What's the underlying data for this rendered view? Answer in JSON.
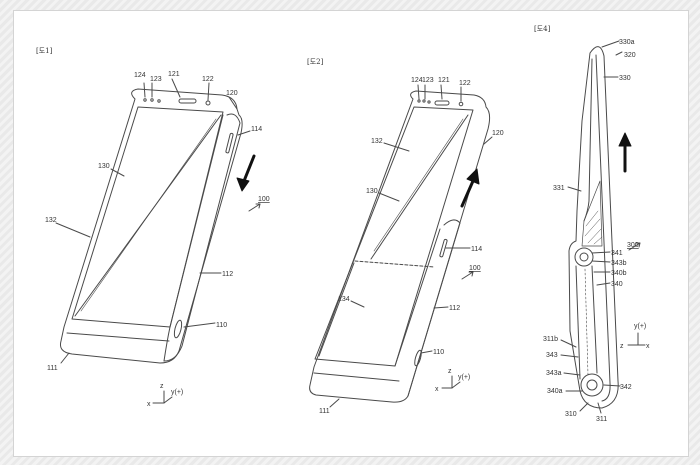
{
  "figures": [
    {
      "title": "[도1]",
      "labels": [
        "124",
        "123",
        "121",
        "122",
        "120",
        "114",
        "130",
        "100",
        "132",
        "112",
        "110",
        "111"
      ],
      "axes": {
        "x": "x",
        "y": "y(+)",
        "z": "z"
      }
    },
    {
      "title": "[도2]",
      "labels": [
        "124",
        "123",
        "121",
        "122",
        "132",
        "120",
        "130",
        "114",
        "100",
        "134",
        "112",
        "110",
        "111"
      ],
      "axes": {
        "x": "x",
        "y": "y(+)",
        "z": "z"
      }
    },
    {
      "title": "[도4]",
      "labels": [
        "330a",
        "320",
        "330",
        "331",
        "300",
        "341",
        "343b",
        "340b",
        "340",
        "311b",
        "343",
        "343a",
        "340a",
        "342",
        "310",
        "311"
      ],
      "axes": {
        "y": "y(+)",
        "z": "z",
        "x": "x"
      }
    }
  ],
  "colors": {
    "line": "#4a4a4a",
    "paper": "#ffffff",
    "arrow": "#111111"
  }
}
